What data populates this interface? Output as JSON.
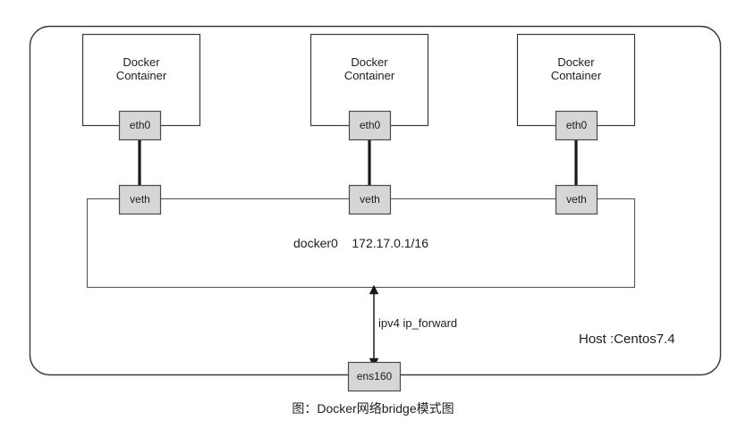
{
  "diagram": {
    "caption": "图：Docker网络bridge模式图",
    "host_label": "Host :Centos7.4",
    "forward_label": "ipv4 ip_forward",
    "bridge": {
      "name": "docker0",
      "cidr": "172.17.0.1/16",
      "label": "docker0    172.17.0.1/16"
    },
    "host_nic": {
      "label": "ens160"
    },
    "containers": [
      {
        "title_line1": "Docker",
        "title_line2": "Container",
        "nic": "eth0",
        "veth": "veth"
      },
      {
        "title_line1": "Docker",
        "title_line2": "Container",
        "nic": "eth0",
        "veth": "veth"
      },
      {
        "title_line1": "Docker",
        "title_line2": "Container",
        "nic": "eth0",
        "veth": "veth"
      }
    ],
    "colors": {
      "stroke": "#3a3a3a",
      "thin_stroke": "#555555",
      "nic_fill": "#d6d6d6",
      "nic_stroke": "#4a4a4a",
      "link": "#1a1a1a",
      "background": "#ffffff",
      "text": "#1d1d1d"
    }
  }
}
